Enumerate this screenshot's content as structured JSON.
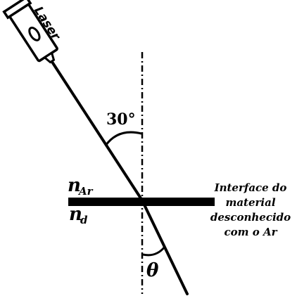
{
  "diagram": {
    "laser_label": "Laser",
    "incident_angle_label": "30°",
    "refracted_angle_label": "θ",
    "medium_top_symbol": "n",
    "medium_top_subscript": "Ar",
    "medium_bottom_symbol": "n",
    "medium_bottom_subscript": "d",
    "interface_caption": [
      "Interface do",
      "material",
      "desconhecido",
      "com o Ar"
    ]
  }
}
